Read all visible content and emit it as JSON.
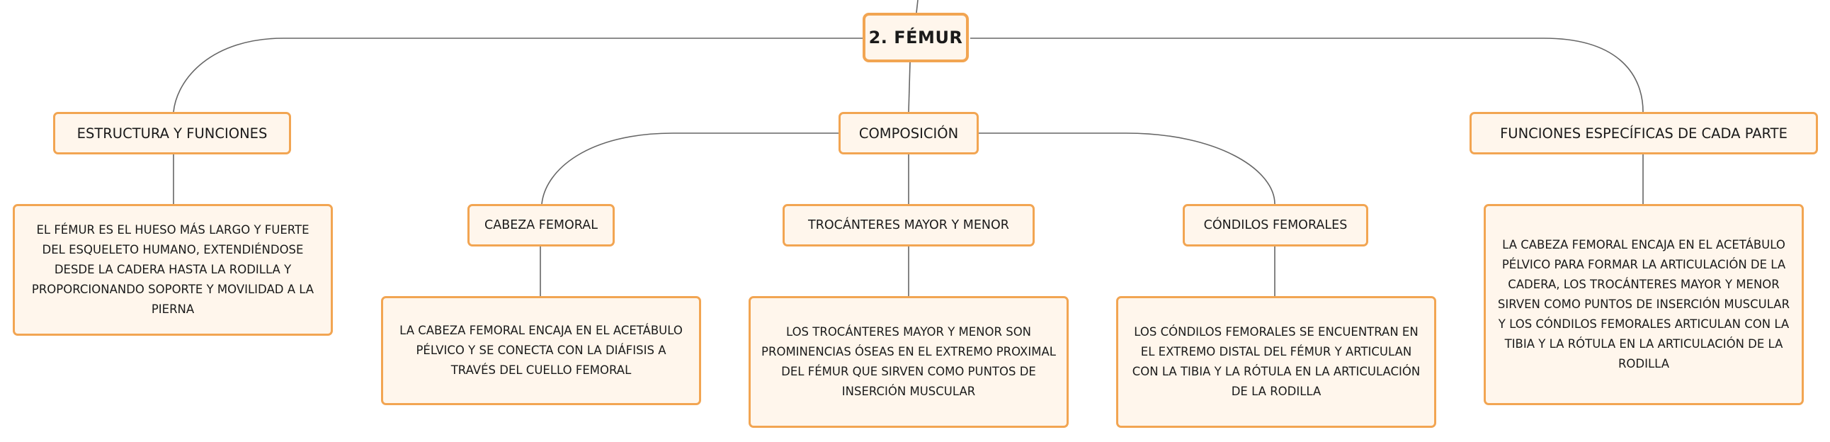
{
  "root": {
    "label": "2. FÉMUR"
  },
  "topics": {
    "estructura": {
      "label": "ESTRUCTURA Y FUNCIONES",
      "description": "EL FÉMUR ES EL HUESO MÁS LARGO Y FUERTE DEL ESQUELETO HUMANO, EXTENDIÉNDOSE DESDE LA CADERA HASTA LA RODILLA Y PROPORCIONANDO SOPORTE Y MOVILIDAD A LA PIERNA"
    },
    "composicion": {
      "label": "COMPOSICIÓN",
      "children": {
        "cabeza": {
          "label": "CABEZA FEMORAL",
          "description": "LA CABEZA FEMORAL ENCAJA EN EL ACETÁBULO PÉLVICO Y SE CONECTA CON LA DIÁFISIS A TRAVÉS DEL CUELLO FEMORAL"
        },
        "trocanteres": {
          "label": "TROCÁNTERES MAYOR Y MENOR",
          "description": "LOS TROCÁNTERES MAYOR Y MENOR SON PROMINENCIAS ÓSEAS EN EL EXTREMO PROXIMAL DEL FÉMUR QUE SIRVEN COMO PUNTOS DE INSERCIÓN MUSCULAR"
        },
        "condilos": {
          "label": "CÓNDILOS FEMORALES",
          "description": "LOS CÓNDILOS FEMORALES SE ENCUENTRAN EN EL EXTREMO DISTAL DEL FÉMUR Y ARTICULAN CON LA TIBIA Y LA RÓTULA EN LA ARTICULACIÓN DE LA RODILLA"
        }
      }
    },
    "funciones": {
      "label": "FUNCIONES ESPECÍFICAS DE CADA PARTE",
      "description": "LA CABEZA FEMORAL ENCAJA EN EL ACETÁBULO PÉLVICO PARA FORMAR LA ARTICULACIÓN DE LA CADERA, LOS TROCÁNTERES MAYOR Y MENOR SIRVEN COMO PUNTOS DE INSERCIÓN MUSCULAR Y LOS CÓNDILOS FEMORALES ARTICULAN CON LA TIBIA Y LA RÓTULA EN LA ARTICULACIÓN DE LA RODILLA"
    }
  },
  "colors": {
    "node_border": "#f2a552",
    "node_fill": "#fff6ec",
    "connector": "#666666"
  }
}
